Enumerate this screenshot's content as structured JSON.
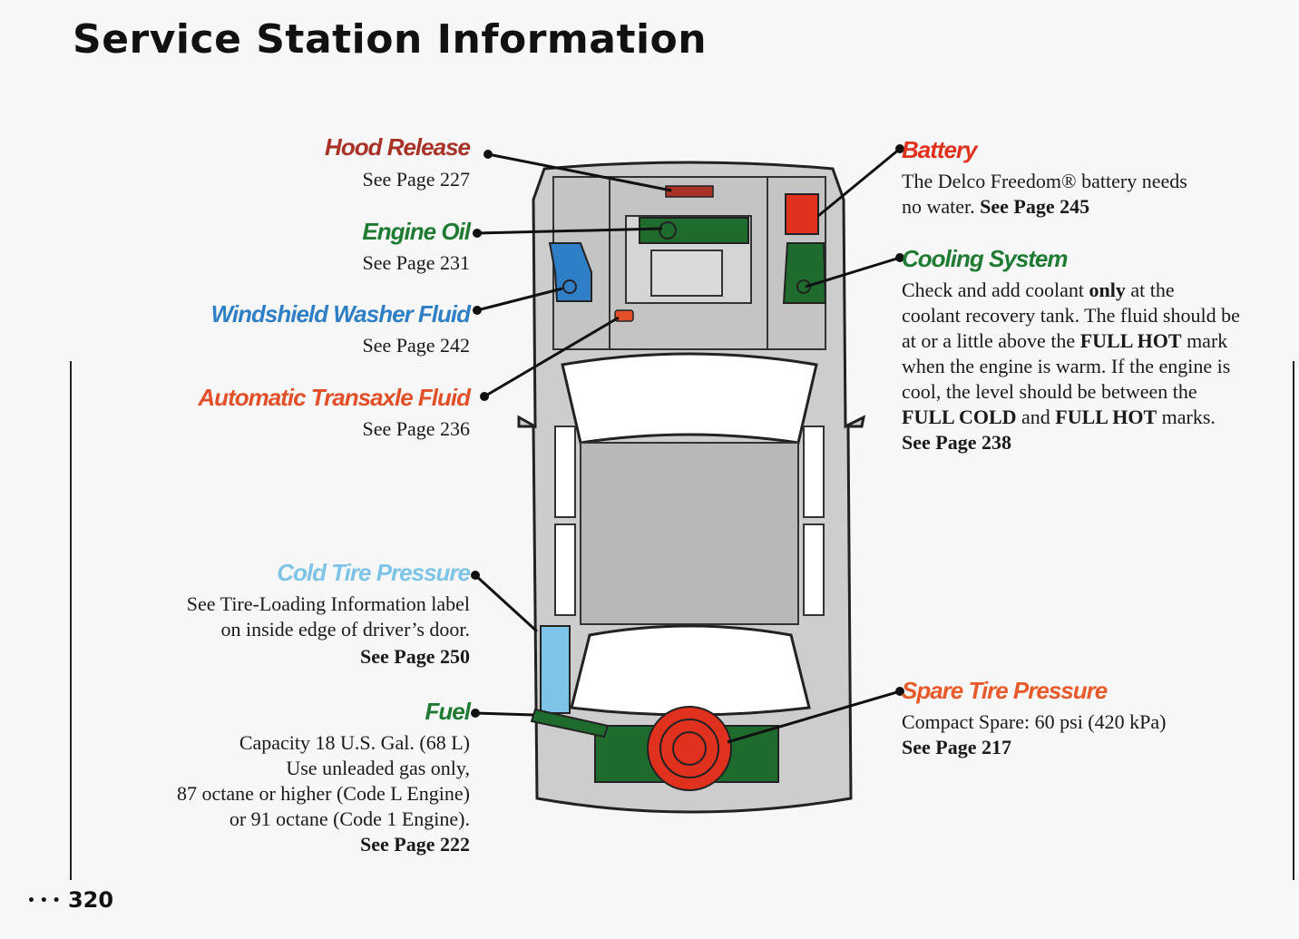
{
  "title": "Service Station Information",
  "page_number": "320",
  "page_dots": "• • •",
  "colors": {
    "hood": "#a83226",
    "engine_oil": "#1f7a32",
    "washer": "#2f7fc6",
    "transaxle": "#e2502a",
    "cold_tire": "#7ec4e8",
    "fuel": "#1f7a32",
    "battery": "#e0301e",
    "cooling": "#1f7a32",
    "spare": "#e85a2a"
  },
  "left": {
    "hood": {
      "label": "Hood Release",
      "see": "See Page 227"
    },
    "engine_oil": {
      "label": "Engine Oil",
      "see": "See Page 231"
    },
    "washer": {
      "label": "Windshield Washer Fluid",
      "see": "See Page 242"
    },
    "transaxle": {
      "label": "Automatic Transaxle Fluid",
      "see": "See Page 236"
    },
    "cold_tire": {
      "label": "Cold Tire Pressure",
      "line1": "See Tire-Loading Information label",
      "line2": "on inside edge of driver’s door.",
      "see": "See Page 250"
    },
    "fuel": {
      "label": "Fuel",
      "line1": "Capacity 18 U.S. Gal. (68 L)",
      "line2": "Use unleaded gas only,",
      "line3": "87 octane or higher (Code L Engine)",
      "line4": "or 91 octane (Code 1 Engine).",
      "see": "See Page 222"
    }
  },
  "right": {
    "battery": {
      "label": "Battery",
      "line1": "The Delco Freedom® battery needs",
      "line2": "no water.",
      "see": "See Page 245"
    },
    "cooling": {
      "label": "Cooling System",
      "l1a": "Check and add coolant ",
      "l1b": "only",
      "l1c": " at the",
      "l2": "coolant recovery tank. The fluid should be",
      "l3a": "at or a little above the ",
      "l3b": "FULL HOT",
      "l3c": " mark",
      "l4": "when the engine is warm. If the engine is",
      "l5": "cool, the level should be between the",
      "l6a": "FULL COLD",
      "l6b": " and ",
      "l6c": "FULL HOT",
      "l6d": " marks.",
      "see": "See Page 238"
    },
    "spare": {
      "label": "Spare Tire Pressure",
      "line1": "Compact Spare: 60 psi (420 kPa)",
      "see": "See Page 217"
    }
  }
}
